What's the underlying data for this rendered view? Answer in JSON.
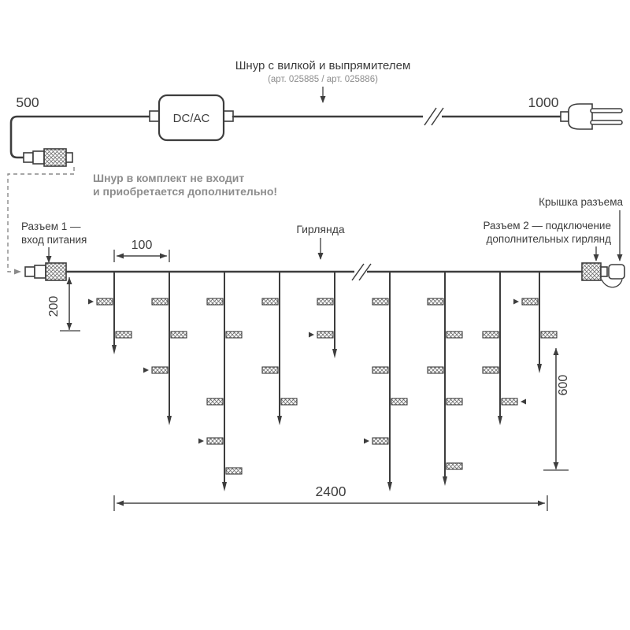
{
  "colors": {
    "line": "#3d3d3d",
    "text": "#3d3d3d",
    "muted": "#8d8d8d",
    "background": "#ffffff"
  },
  "cord": {
    "title": "Шнур с вилкой и выпрямителем",
    "article": "(арт. 025885 / арт. 025886)",
    "left_length": "500",
    "right_length": "1000",
    "adapter": "DC/AC",
    "note1": "Шнур в комплект не входит",
    "note2": "и приобретается дополнительно!"
  },
  "labels": {
    "cap": "Крышка разъема",
    "conn1_line1": "Разъем 1 —",
    "conn1_line2": "вход питания",
    "conn2_line1": "Разъем 2 — подключение",
    "conn2_line2": "дополнительных гирлянд",
    "garland": "Гирлянда"
  },
  "dims": {
    "spacing": "100",
    "first_drop": "200",
    "max_drop": "600",
    "total": "2400"
  }
}
